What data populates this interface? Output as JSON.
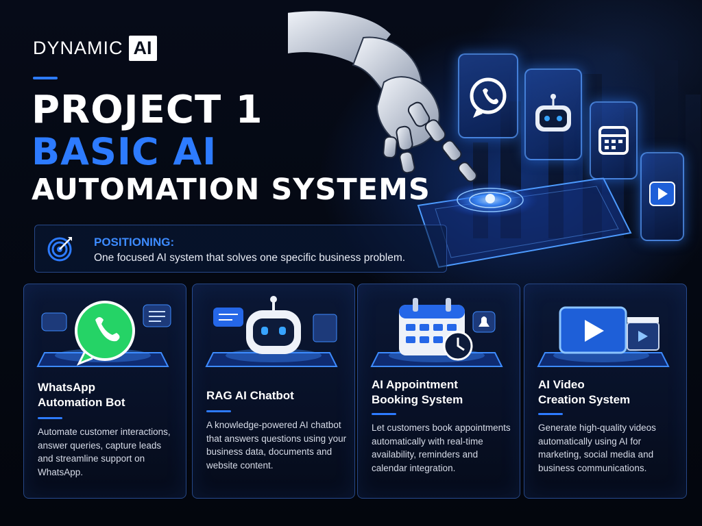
{
  "brand": {
    "word": "DYNAMIC",
    "box": "AI"
  },
  "title": {
    "line1": "PROJECT 1",
    "line2": "BASIC AI",
    "line3": "AUTOMATION SYSTEMS"
  },
  "positioning": {
    "label": "POSITIONING:",
    "text": "One focused AI system that solves one specific business problem.",
    "icon": "target-icon"
  },
  "hero_icons": [
    "whatsapp-icon",
    "robot-icon",
    "calendar-icon",
    "play-icon"
  ],
  "cards": [
    {
      "icon": "whatsapp-icon",
      "title": "WhatsApp\nAutomation Bot",
      "description": "Automate customer interactions, answer queries, capture leads and streamline support on WhatsApp."
    },
    {
      "icon": "robot-icon",
      "title": "RAG AI Chatbot",
      "description": "A knowledge-powered AI chatbot that answers questions using your business data, documents and website content."
    },
    {
      "icon": "calendar-icon",
      "title": "AI Appointment\nBooking System",
      "description": "Let customers book appointments automatically with real-time availability, reminders and calendar integration."
    },
    {
      "icon": "video-play-icon",
      "title": "AI Video\nCreation System",
      "description": "Generate high-quality videos automatically using AI for marketing, social media and business communications."
    }
  ],
  "colors": {
    "accent": "#2d7bff",
    "whatsapp": "#25d366",
    "background": "#04070f"
  }
}
